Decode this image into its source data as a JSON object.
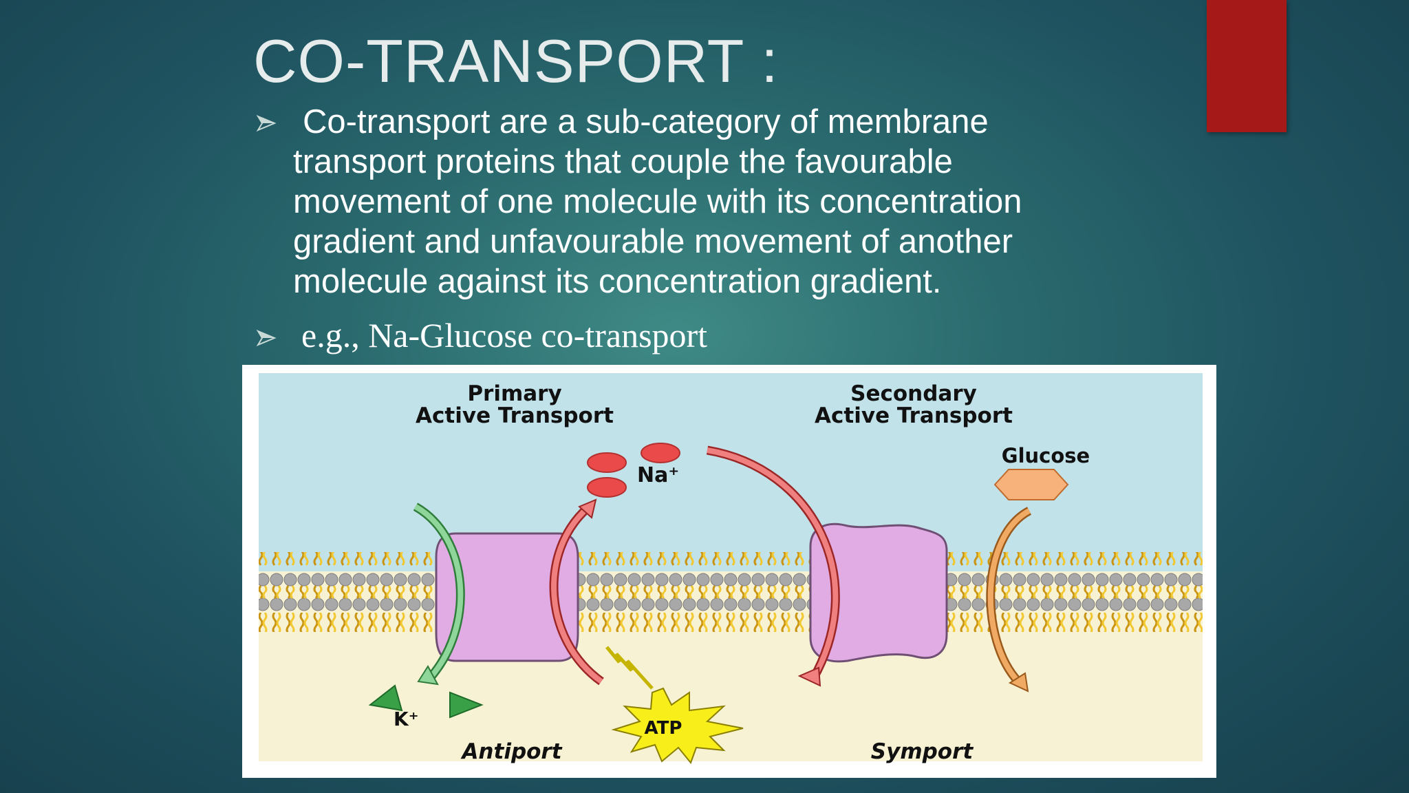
{
  "slide": {
    "title": "CO-TRANSPORT :",
    "bullets": [
      {
        "lines": [
          "Co-transport are a sub-category of membrane",
          "transport proteins that couple the favourable",
          "movement of one molecule with its concentration",
          "gradient and unfavourable movement of another",
          "molecule against its concentration gradient."
        ]
      },
      {
        "text": "e.g., Na-Glucose co-transport"
      }
    ]
  },
  "figure": {
    "primary_heading": [
      "Primary",
      "Active Transport"
    ],
    "secondary_heading": [
      "Secondary",
      "Active Transport"
    ],
    "labels": {
      "na": "Na⁺",
      "glucose": "Glucose",
      "atp": "ATP",
      "k": "K⁺",
      "antiport": "Antiport",
      "symport": "Symport"
    },
    "colors": {
      "extracellular": "#c2e2ea",
      "intracellular": "#f7f2d4",
      "membrane_lipid": "#f2c832",
      "lipid_head": "#a7a7a7",
      "protein": "#e1ace4",
      "sodium": "#ea4a4a",
      "potassium": "#3aa048",
      "glucose": "#f6b27a",
      "atp_burst": "#f7ee1a",
      "accent_bar": "#a51a18"
    }
  }
}
